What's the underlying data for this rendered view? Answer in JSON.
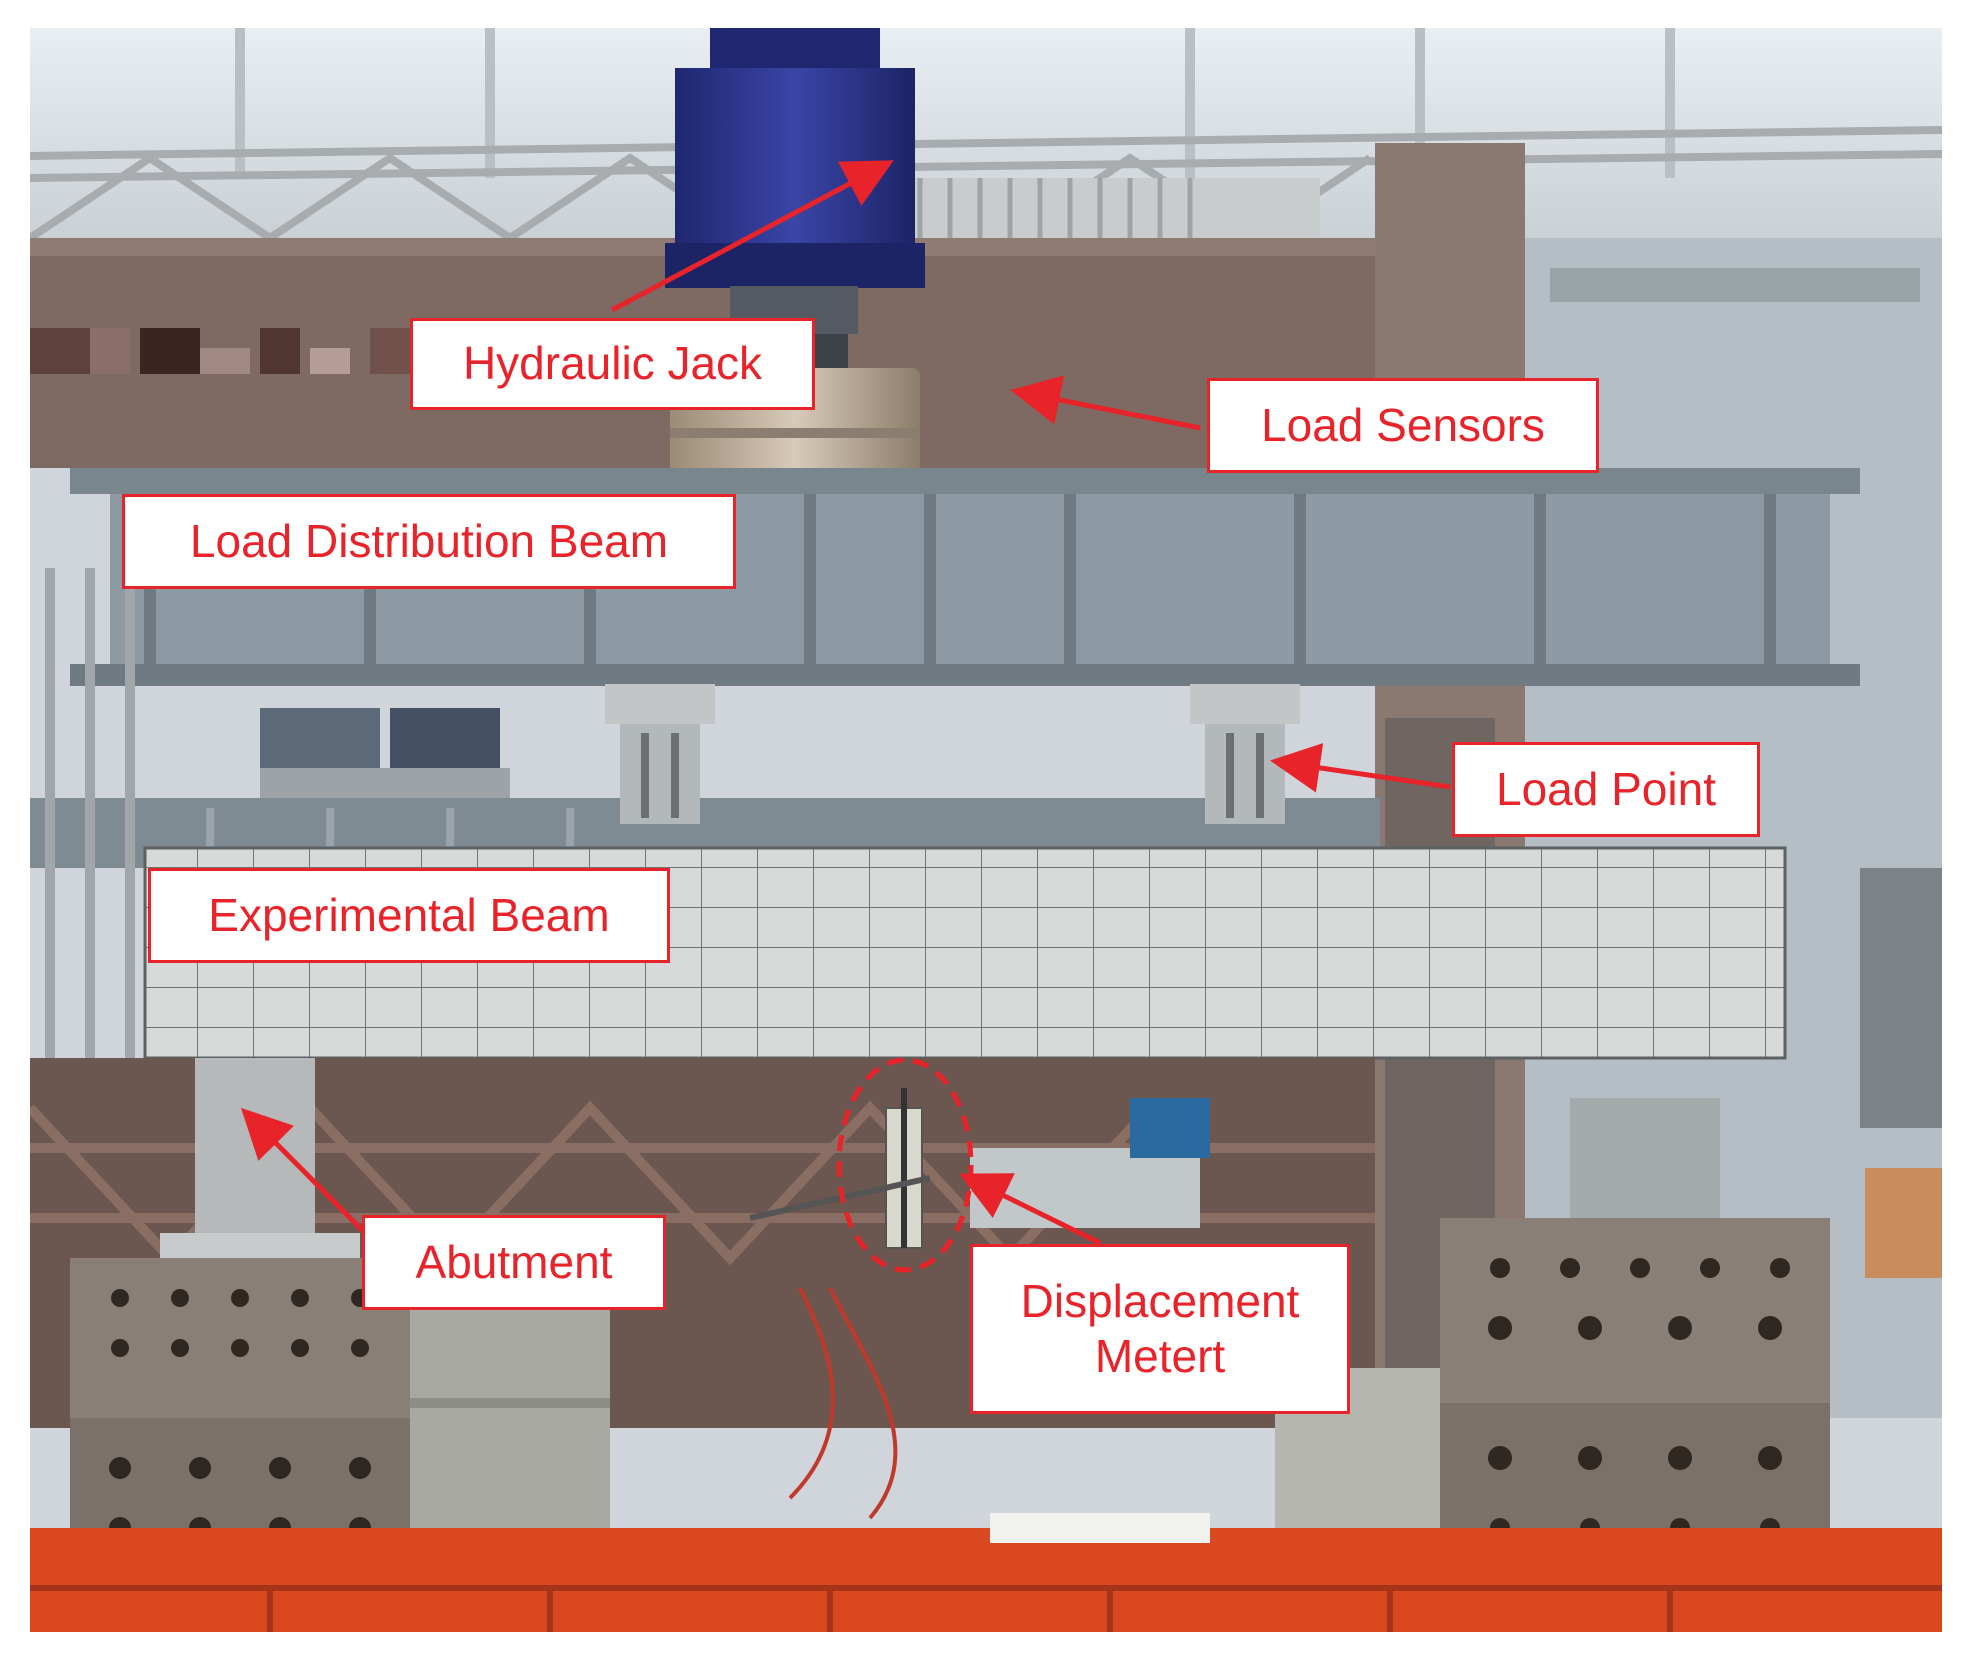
{
  "annotations": {
    "hydraulic_jack": "Hydraulic Jack",
    "load_sensors": "Load Sensors",
    "load_distribution_beam": "Load Distribution Beam",
    "load_point": "Load Point",
    "experimental_beam": "Experimental Beam",
    "abutment": "Abutment",
    "displacement_meter_line1": "Displacement",
    "displacement_meter_line2": "Metert"
  },
  "colors": {
    "annotation_red": "#e8232a",
    "jack_blue": "#2b3488",
    "distribution_beam_steel": "#8d9aa3",
    "test_bed_orange": "#d9481f",
    "concrete_gray": "#a9a9a4"
  }
}
